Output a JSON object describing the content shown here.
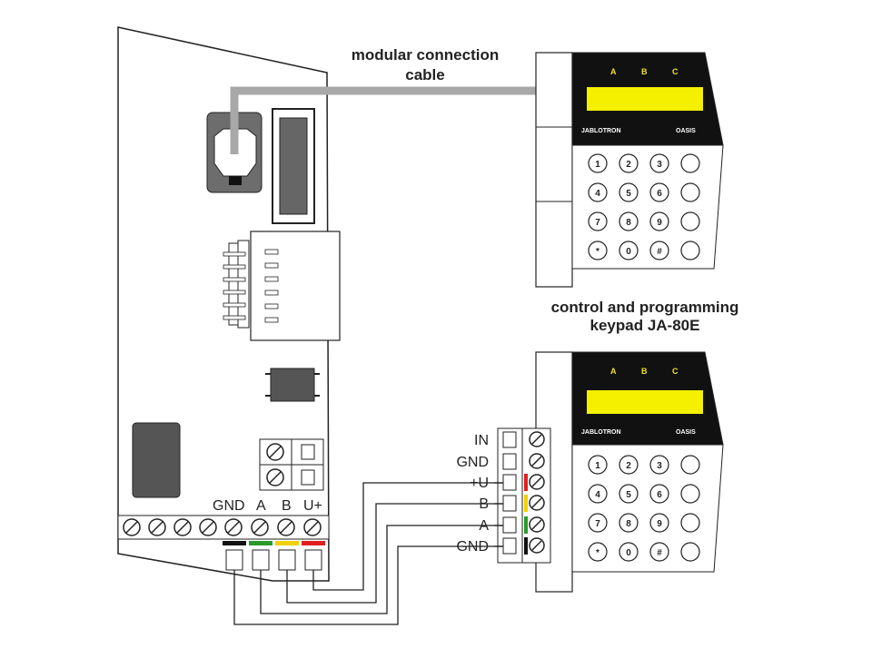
{
  "labels": {
    "cable_line1": "modular connection",
    "cable_line2": "cable",
    "keypad_line1": "control and programming",
    "keypad_line2": "keypad  JA-80E"
  },
  "main_board_terminals": [
    "GND",
    "A",
    "B",
    "U+"
  ],
  "keypad_terminals": [
    "IN",
    "GND",
    "+U",
    "B",
    "A",
    "GND"
  ],
  "keypad": {
    "header_keys": [
      "A",
      "B",
      "C"
    ],
    "brand_left": "JABLOTRON",
    "brand_right": "OASIS",
    "keys": [
      "1",
      "2",
      "3",
      "4",
      "5",
      "6",
      "7",
      "8",
      "9",
      "*",
      "0",
      "#"
    ],
    "side_keys": [
      "",
      "",
      "",
      ""
    ]
  },
  "colors": {
    "black_wire": "#111111",
    "green_wire": "#2a9a2a",
    "yellow_wire": "#f0d000",
    "red_wire": "#e02020",
    "cable": "#a8a8a8",
    "display": "#f5f000",
    "component": "#555555"
  }
}
